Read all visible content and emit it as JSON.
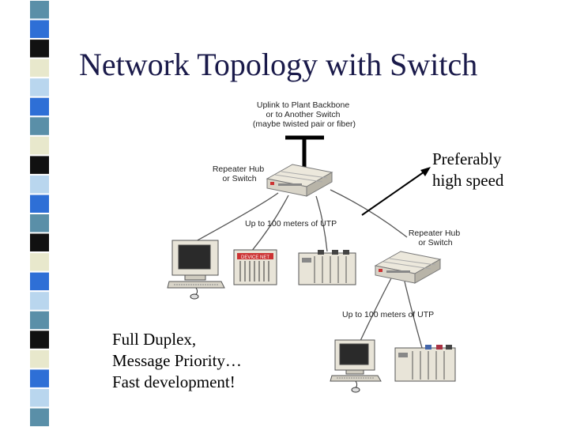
{
  "slide": {
    "title": "Network Topology with Switch",
    "note_right": [
      "Preferably",
      "high speed"
    ],
    "note_bottom": [
      "Full Duplex,",
      "Message Priority…",
      "Fast development!"
    ]
  },
  "stripe": {
    "colors": [
      "#5a8fa8",
      "#2e6fd6",
      "#111111",
      "#e8e8cc",
      "#b9d6ee",
      "#2e6fd6",
      "#5a8fa8",
      "#e8e8cc",
      "#111111",
      "#b9d6ee",
      "#2e6fd6",
      "#5a8fa8",
      "#111111",
      "#e8e8cc",
      "#2e6fd6",
      "#b9d6ee",
      "#5a8fa8",
      "#111111",
      "#e8e8cc",
      "#2e6fd6",
      "#b9d6ee",
      "#5a8fa8"
    ]
  },
  "diagram": {
    "uplink_label": [
      "Uplink to Plant Backbone",
      "or to Another Switch",
      "(maybe twisted pair or fiber)"
    ],
    "hub1_label": [
      "Repeater Hub",
      "or Switch"
    ],
    "hub2_label": [
      "Repeater Hub",
      "or Switch"
    ],
    "cable1_label": "Up to 100 meters of UTP",
    "cable2_label": "Up to 100 meters of UTP",
    "device_brand": "DEVICE NET",
    "colors": {
      "device_beige": "#e8e4d8",
      "device_shadow": "#b8b4a8",
      "screen": "#2a2a2a",
      "cable": "#666666",
      "uplink": "#000000"
    }
  }
}
